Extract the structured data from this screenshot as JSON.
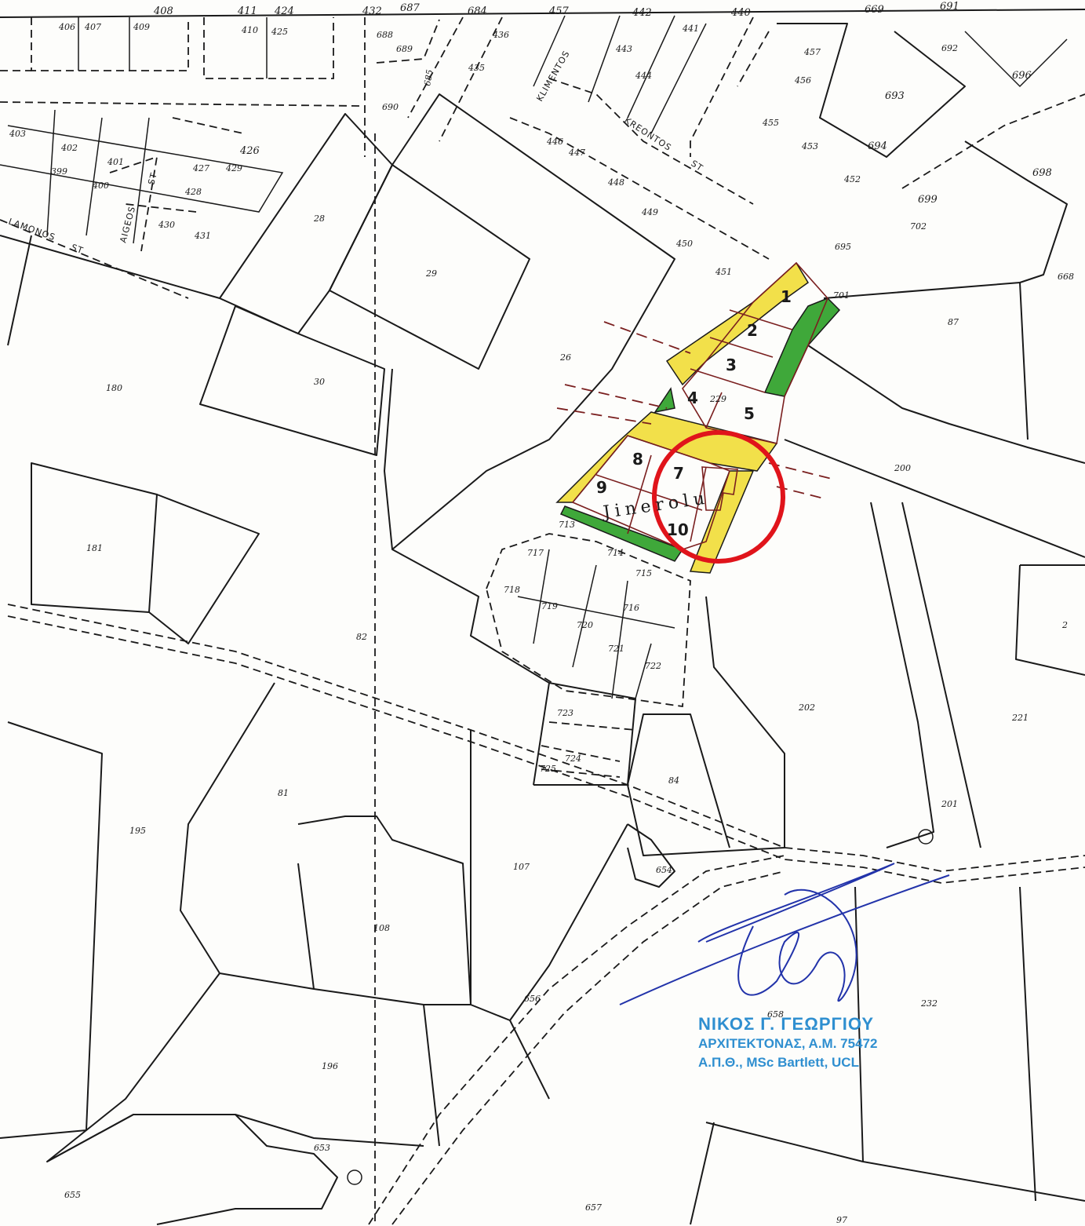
{
  "map": {
    "streets": [
      "KLIMENTOS",
      "KREONTOS",
      "ST",
      "AIGEOS",
      "ST",
      "LAMONOS",
      "ST"
    ],
    "locality": "Jinerolu",
    "plot_numbers": [
      "1",
      "2",
      "3",
      "4",
      "5",
      "7",
      "8",
      "9",
      "10"
    ],
    "parcels": [
      "408",
      "411",
      "424",
      "432",
      "687",
      "684",
      "457",
      "442",
      "440",
      "669",
      "691",
      "406",
      "407",
      "409",
      "410",
      "425",
      "688",
      "689",
      "436",
      "435",
      "443",
      "441",
      "457",
      "456",
      "693",
      "692",
      "696",
      "685",
      "690",
      "444",
      "455",
      "453",
      "694",
      "403",
      "402",
      "401",
      "426",
      "427",
      "429",
      "399",
      "400",
      "428",
      "430",
      "431",
      "28",
      "29",
      "446",
      "447",
      "448",
      "449",
      "450",
      "451",
      "452",
      "695",
      "698",
      "699",
      "702",
      "668",
      "701",
      "87",
      "180",
      "30",
      "26",
      "229",
      "200",
      "181",
      "713",
      "717",
      "714",
      "715",
      "718",
      "719",
      "716",
      "720",
      "721",
      "722",
      "82",
      "202",
      "221",
      "723",
      "724",
      "725",
      "84",
      "201",
      "81",
      "195",
      "107",
      "654",
      "108",
      "656",
      "658",
      "232",
      "196",
      "653",
      "655",
      "657",
      "97",
      "2"
    ],
    "colors": {
      "road_yellow": "#f2e04a",
      "green_strip": "#3fa83a",
      "circle_red": "#e0141b",
      "stamp_blue": "#2f8fd0",
      "signature_blue": "#2233aa"
    }
  },
  "stamp": {
    "name": "ΝΙΚΟΣ Γ. ΓΕΩΡΓΙΟΥ",
    "line1": "ΑΡΧΙΤΕΚΤΟΝΑΣ, Α.Μ. 75472",
    "line2": "Α.Π.Θ., MSc Bartlett, UCL"
  }
}
